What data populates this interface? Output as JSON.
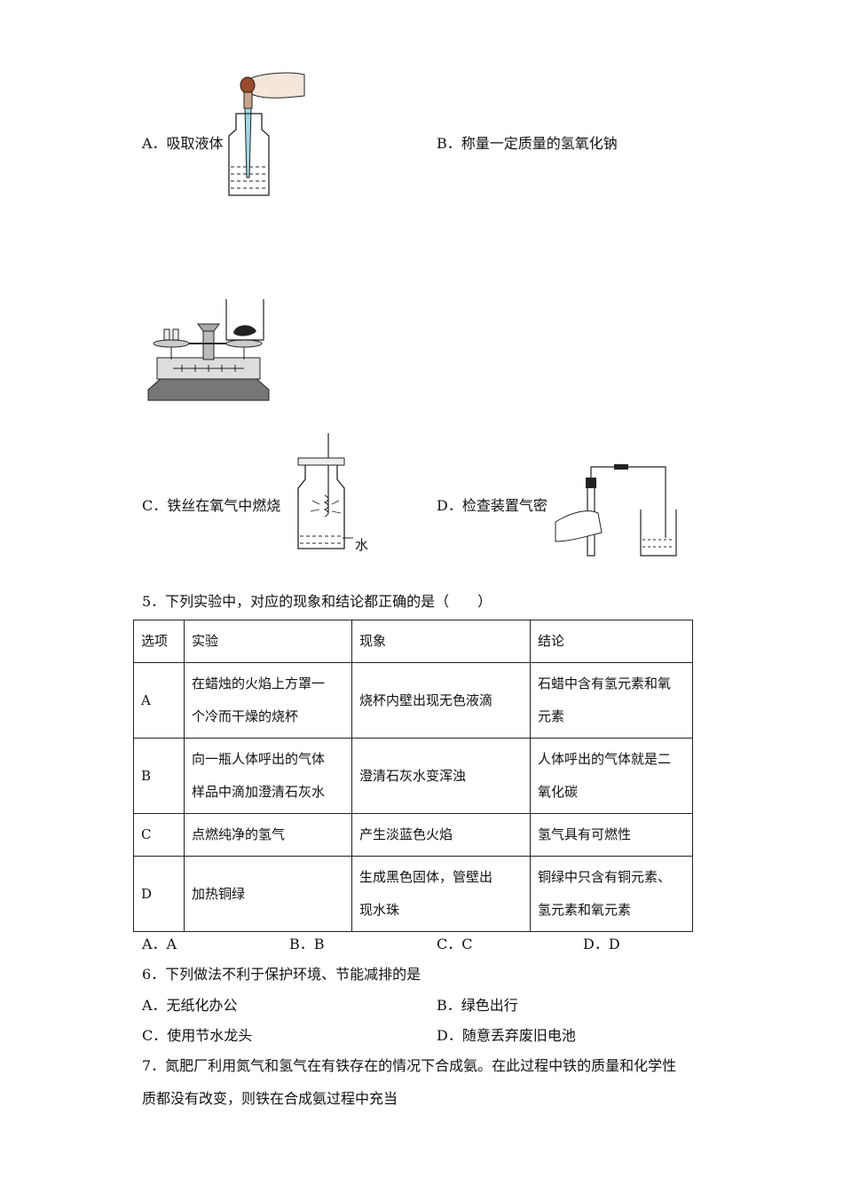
{
  "q4_options": {
    "A": "A．吸取液体",
    "B": "B．称量一定质量的氢氧化钠",
    "C": "C．铁丝在氧气中燃烧",
    "D": "D．检查装置气密"
  },
  "water_label": "水",
  "q5": {
    "stem": "5．下列实验中，对应的现象和结论都正确的是（　　）",
    "table": {
      "headers": [
        "选项",
        "实验",
        "现象",
        "结论"
      ],
      "rows": [
        {
          "option": "A",
          "experiment": [
            "在蜡烛的火焰上方罩一",
            "个冷而干燥的烧杯"
          ],
          "phenomenon": [
            "烧杯内壁出现无色液滴"
          ],
          "conclusion": [
            "石蜡中含有氢元素和氧",
            "元素"
          ]
        },
        {
          "option": "B",
          "experiment": [
            "向一瓶人体呼出的气体",
            "样品中滴加澄清石灰水"
          ],
          "phenomenon": [
            "澄清石灰水变浑浊"
          ],
          "conclusion": [
            "人体呼出的气体就是二",
            "氧化碳"
          ]
        },
        {
          "option": "C",
          "experiment": [
            "点燃纯净的氢气"
          ],
          "phenomenon": [
            "产生淡蓝色火焰"
          ],
          "conclusion": [
            "氢气具有可燃性"
          ]
        },
        {
          "option": "D",
          "experiment": [
            "加热铜绿"
          ],
          "phenomenon": [
            "生成黑色固体，管壁出",
            "现水珠"
          ],
          "conclusion": [
            "铜绿中只含有铜元素、",
            "氢元素和氧元素"
          ]
        }
      ]
    },
    "answers": [
      "A．A",
      "B．B",
      "C．C",
      "D．D"
    ]
  },
  "q6": {
    "stem": "6．下列做法不利于保护环境、节能减排的是",
    "options": [
      "A．无纸化办公",
      "B．绿色出行",
      "C．使用节水龙头",
      "D．随意丢弃废旧电池"
    ]
  },
  "q7": {
    "line1": "7．氮肥厂利用氮气和氢气在有铁存在的情况下合成氨。在此过程中铁的质量和化学性",
    "line2": "质都没有改变，则铁在合成氨过程中充当"
  }
}
